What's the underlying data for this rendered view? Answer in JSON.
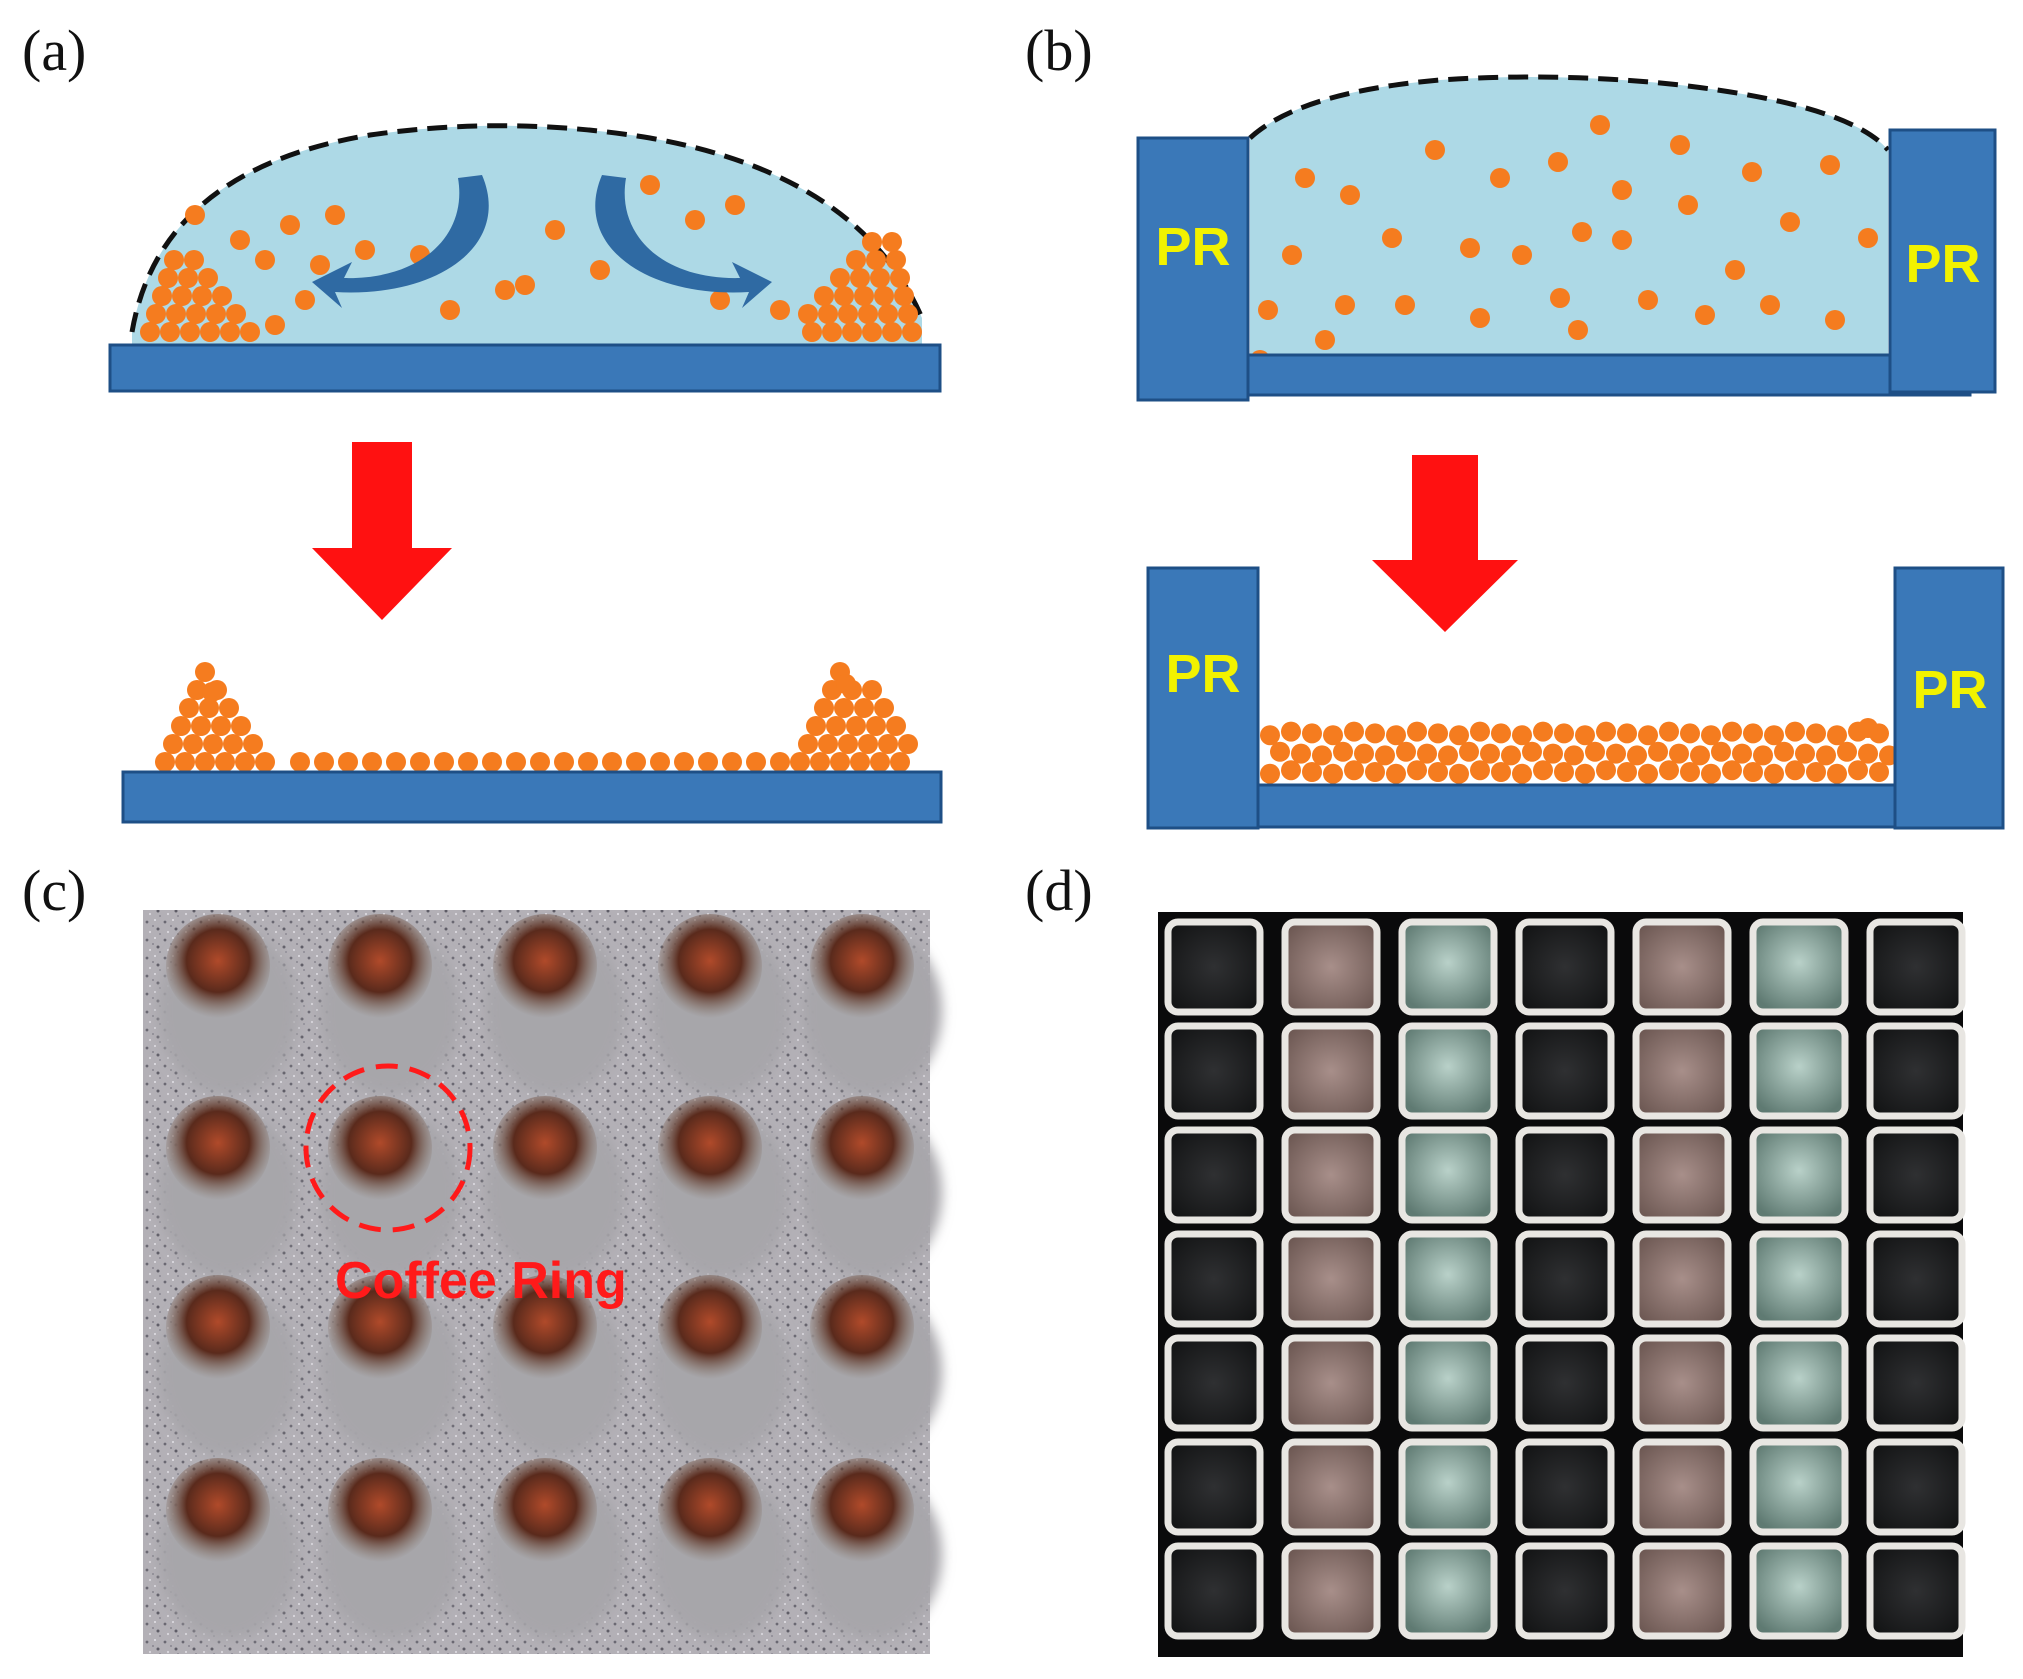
{
  "panels": {
    "a": {
      "label": "(a)"
    },
    "b": {
      "label": "(b)",
      "pr_label": "PR"
    },
    "c": {
      "label": "(c)",
      "annotation": "Coffee Ring"
    },
    "d": {
      "label": "(d)"
    }
  },
  "colors": {
    "substrate": "#3a78b8",
    "substrate_edge": "#1e4f86",
    "droplet": "#add9e6",
    "particle": "#f57c1f",
    "arrow": "#ff1111",
    "flow_arrow": "#2f6aa3",
    "pr_text": "#f2f200",
    "annotation": "#ff1a1a"
  },
  "icons": {
    "down_arrow": "down-arrow-icon",
    "flow_arrow": "curved-flow-arrow-icon"
  }
}
